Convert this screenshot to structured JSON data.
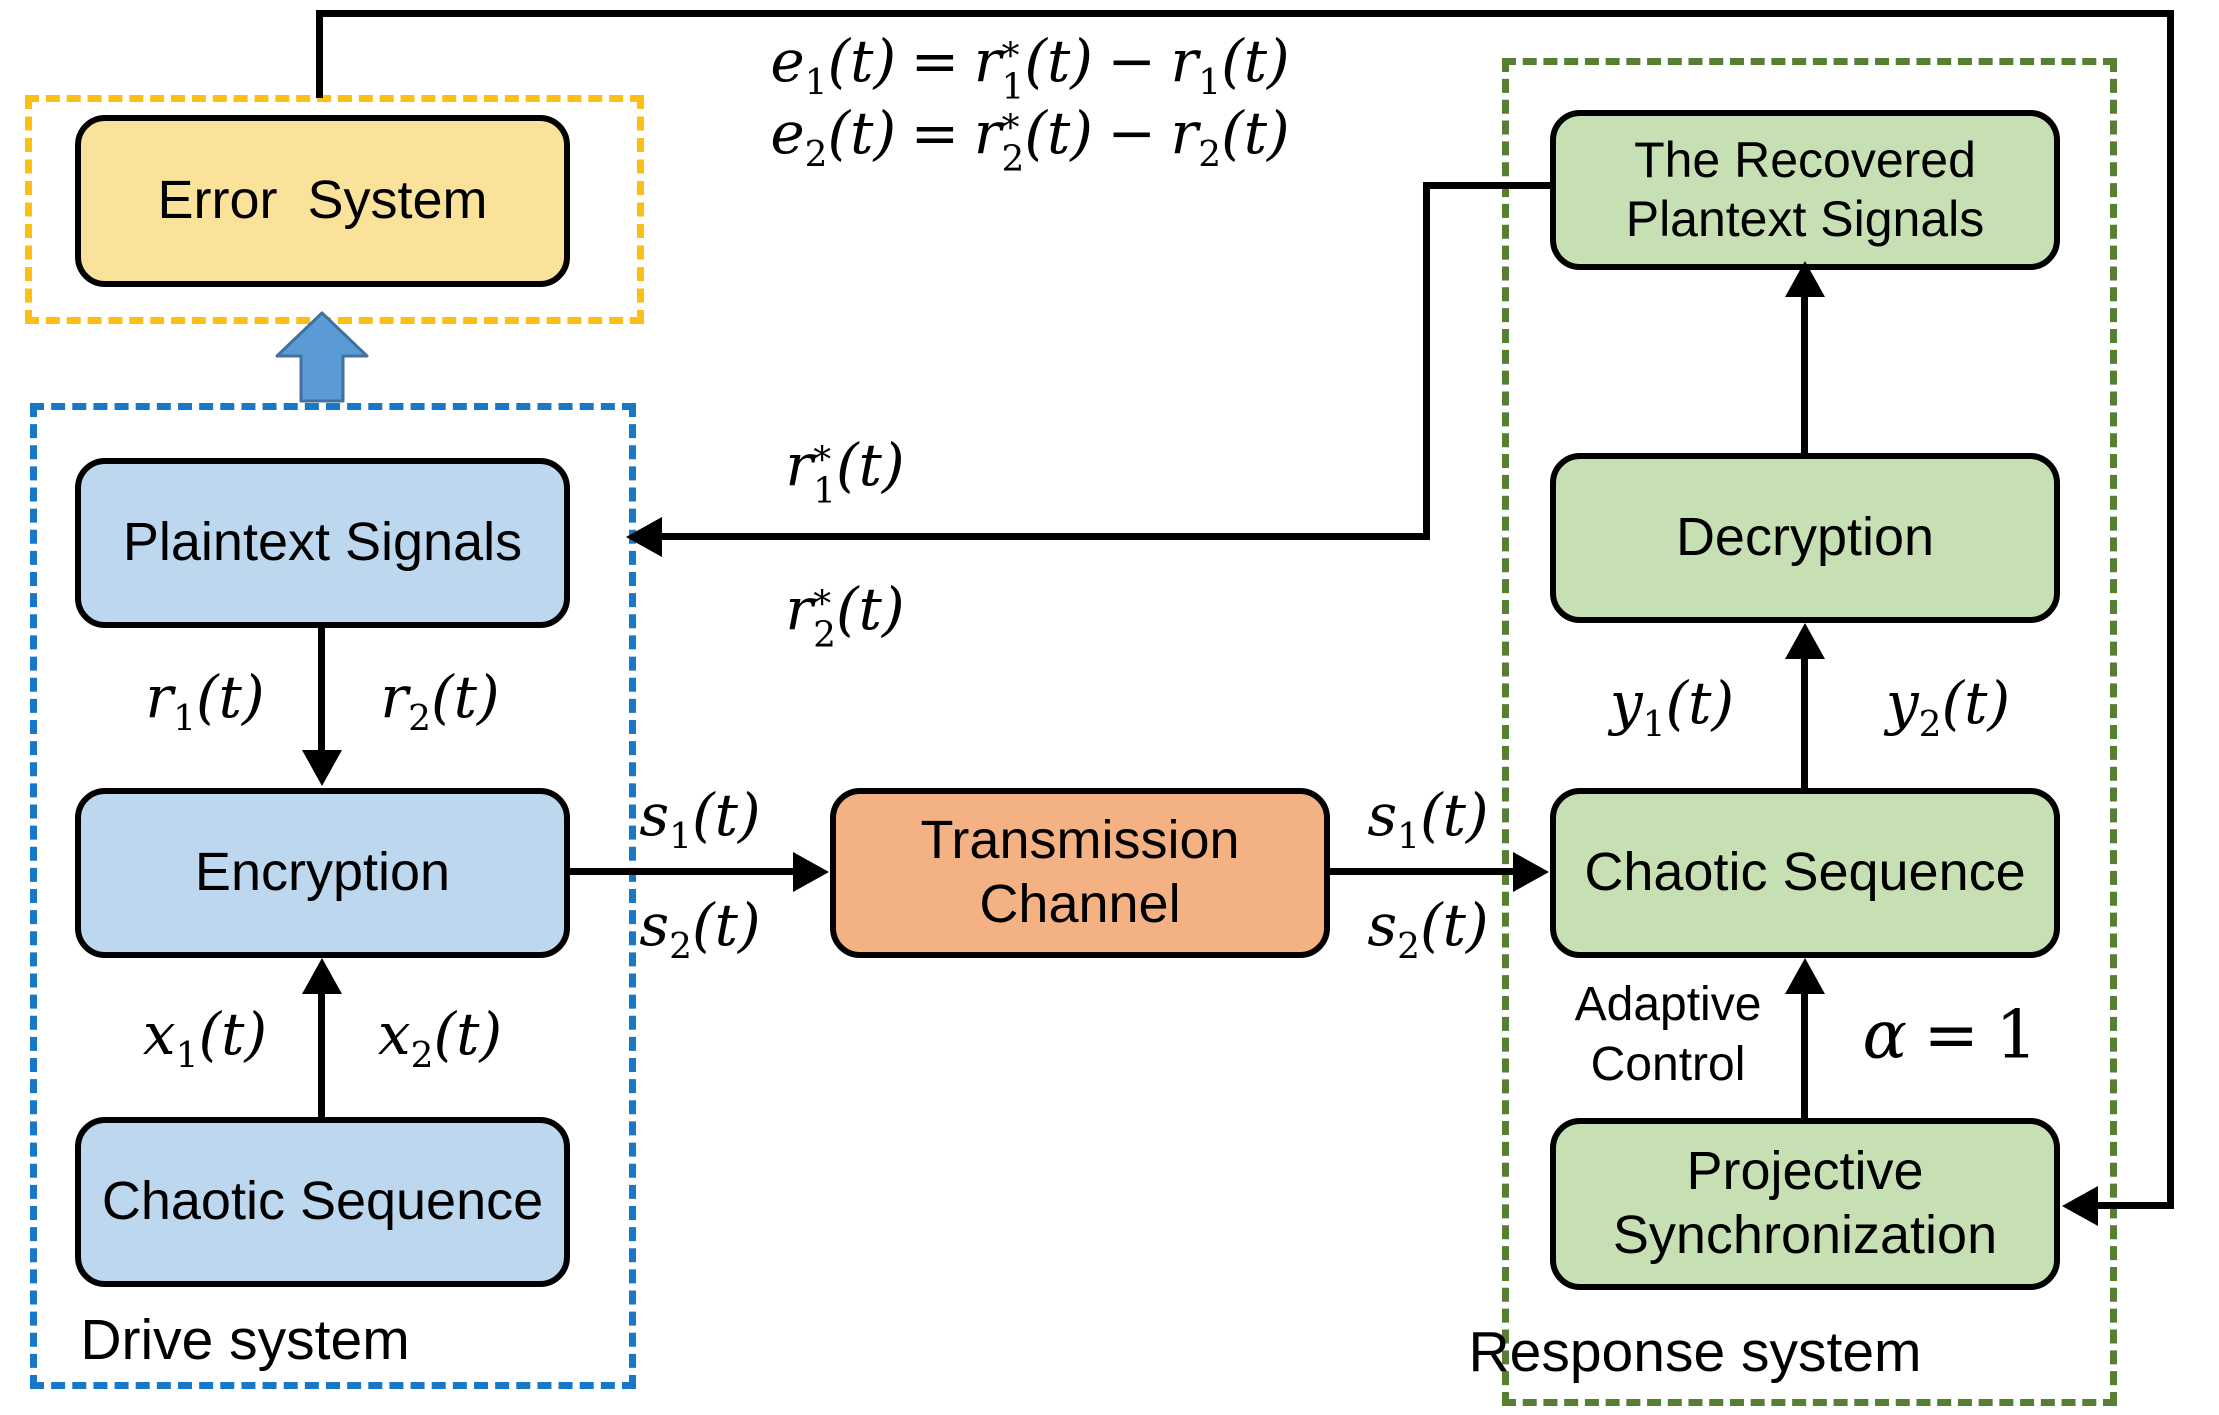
{
  "systems": {
    "drive_label": "Drive system",
    "response_label": "Response system"
  },
  "boxes": {
    "error": "Error  System",
    "plaintext": "Plaintext Signals",
    "encryption": "Encryption",
    "chaotic_drive": "Chaotic Sequence",
    "transmission": {
      "line1": "Transmission",
      "line2": "Channel"
    },
    "recovered": {
      "line1": "The Recovered",
      "line2": "Plantext Signals"
    },
    "decryption": "Decryption",
    "chaotic_response": "Chaotic Sequence",
    "projective": {
      "line1": "Projective",
      "line2": "Synchronization"
    }
  },
  "math": {
    "equals": "=",
    "minus": "−",
    "e1": {
      "base": "e",
      "sub": "1",
      "arg": "(t)"
    },
    "e2": {
      "base": "e",
      "sub": "2",
      "arg": "(t)"
    },
    "r1": {
      "base": "r",
      "sub": "1",
      "arg": "(t)"
    },
    "r2": {
      "base": "r",
      "sub": "2",
      "arg": "(t)"
    },
    "r1s": {
      "base": "r",
      "sup": "*",
      "sub": "1",
      "arg": "(t)"
    },
    "r2s": {
      "base": "r",
      "sup": "*",
      "sub": "2",
      "arg": "(t)"
    },
    "x1": {
      "base": "x",
      "sub": "1",
      "arg": "(t)"
    },
    "x2": {
      "base": "x",
      "sub": "2",
      "arg": "(t)"
    },
    "s1": {
      "base": "s",
      "sub": "1",
      "arg": "(t)"
    },
    "s2": {
      "base": "s",
      "sub": "2",
      "arg": "(t)"
    },
    "y1": {
      "base": "y",
      "sub": "1",
      "arg": "(t)"
    },
    "y2": {
      "base": "y",
      "sub": "2",
      "arg": "(t)"
    },
    "alpha": {
      "base": "α",
      "rel": "=",
      "value": "1"
    }
  },
  "annotations": {
    "adaptive": {
      "line1": "Adaptive",
      "line2": "Control"
    }
  },
  "colors": {
    "yellow_fill": "#FBE29B",
    "yellow_dash": "#FBBF15",
    "blue_fill": "#BDD7EE",
    "blue_dash": "#1878C8",
    "green_fill": "#C6E0B4",
    "green_dash": "#567F31",
    "orange_fill": "#F4B183",
    "block_arrow_fill": "#5B9BD5",
    "block_arrow_stroke": "#41719C",
    "connector": "#000000"
  }
}
